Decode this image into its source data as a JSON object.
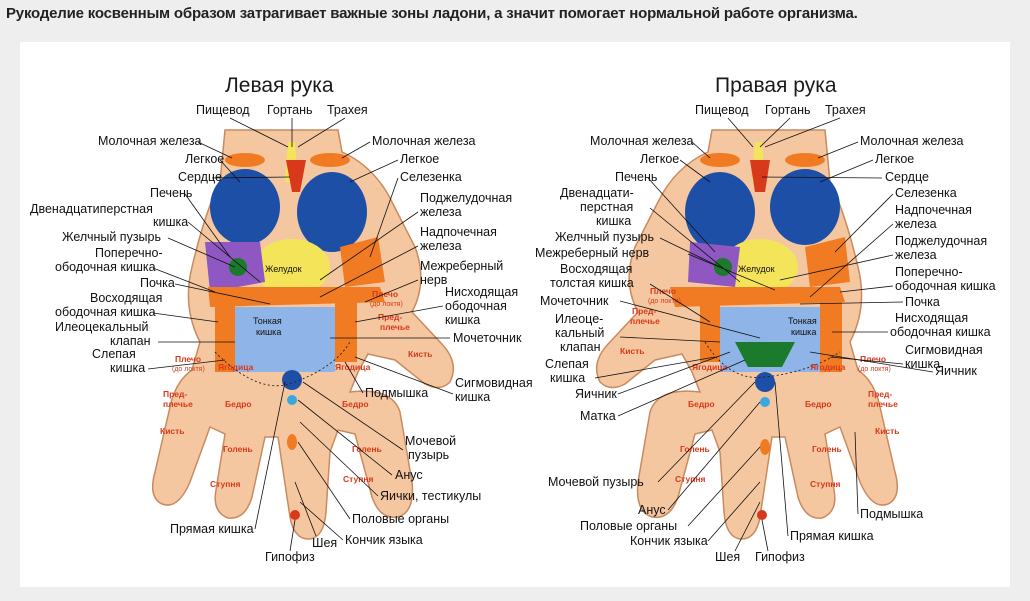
{
  "caption": "Рукоделие косвенным образом затрагивает важные зоны ладони, а значит помогает нормальной работе организма.",
  "colors": {
    "skin": "#f5c7a1",
    "skin_outline": "#c98a5e",
    "lung_blue": "#1d4fa6",
    "light_blue": "#8fb4e8",
    "orange": "#f07b22",
    "yellow": "#f4e45a",
    "purple": "#8e57c2",
    "green": "#1c7a2c",
    "red": "#d8391a",
    "zone_text": "#d8391a"
  },
  "left_hand": {
    "title": "Левая рука",
    "labels": {
      "pishchevod": "Пищевод",
      "gortan": "Гортань",
      "traheya": "Трахея",
      "molochnaya_l": "Молочная железа",
      "molochnaya_r": "Молочная железа",
      "legkoe_l": "Легкое",
      "legkoe_r": "Легкое",
      "serdce": "Сердце",
      "selezenka": "Селезенка",
      "pechen": "Печень",
      "dvenadc_1": "Двенадцатиперстная",
      "dvenadc_2": "кишка",
      "podzhel_1": "Поджелудочная",
      "podzhel_2": "железа",
      "zhelchny": "Желчный пузырь",
      "nadpoch_1": "Надпочечная",
      "nadpoch_2": "железа",
      "popereck_1": "Поперечно-",
      "popereck_2": "ободочная кишка",
      "mezhreb_1": "Межреберный",
      "mezhreb_2": "нерв",
      "pochka": "Почка",
      "voshod_1": "Восходящая",
      "voshod_2": "ободочная кишка",
      "nishod_1": "Нисходящая",
      "nishod_2": "ободочная",
      "nishod_3": "кишка",
      "ileo_1": "Илеоцекальный",
      "ileo_2": "клапан",
      "mochetochnik": "Мочеточник",
      "slepaya_1": "Слепая",
      "slepaya_2": "кишка",
      "podmyshka": "Подмышка",
      "sigm_1": "Сигмовидная",
      "sigm_2": "кишка",
      "mochevoy_1": "Мочевой",
      "mochevoy_2": "пузырь",
      "anus": "Анус",
      "yaichki": "Яички, тестикулы",
      "pryamaya": "Прямая кишка",
      "polovye": "Половые органы",
      "sheya": "Шея",
      "konchik": "Кончик языка",
      "gipofiz": "Гипофиз"
    },
    "zones": {
      "zheludok": "Желудок",
      "tonkaya_1": "Тонкая",
      "tonkaya_2": "кишка",
      "plecho": "Плечо",
      "do_loktya": "(до локтя)",
      "pred_1": "Пред-",
      "pred_2": "плечье",
      "kist": "Кисть",
      "yagodica": "Ягодица",
      "bedro": "Бедро",
      "golen": "Голень",
      "stupnya": "Ступня"
    }
  },
  "right_hand": {
    "title": "Правая рука",
    "labels": {
      "pishchevod": "Пищевод",
      "gortan": "Гортань",
      "traheya": "Трахея",
      "molochnaya_l": "Молочная железа",
      "molochnaya_r": "Молочная железа",
      "legkoe_l": "Легкое",
      "legkoe_r": "Легкое",
      "pechen": "Печень",
      "serdce": "Сердце",
      "dvenadc_1": "Двенадцати-",
      "dvenadc_2": "перстная",
      "dvenadc_3": "кишка",
      "selezenka": "Селезенка",
      "nadpoch_1": "Надпочечная",
      "nadpoch_2": "железа",
      "zhelchny": "Желчный пузырь",
      "podzhel_1": "Поджелудочная",
      "podzhel_2": "железа",
      "mezhreb": "Межреберный нерв",
      "popereck_1": "Поперечно-",
      "popereck_2": "ободочная кишка",
      "voshod_1": "Восходящая",
      "voshod_2": "толстая кишка",
      "pochka": "Почка",
      "mochetochnik": "Мочеточник",
      "nishod_1": "Нисходящая",
      "nishod_2": "ободочная кишка",
      "ileo_1": "Илеоце-",
      "ileo_2": "кальный",
      "ileo_3": "клапан",
      "sigm_1": "Сигмовидная",
      "sigm_2": "кишка",
      "slepaya_1": "Слепая",
      "slepaya_2": "кишка",
      "yaichnik_l": "Яичник",
      "yaichnik_r": "Яичник",
      "matka": "Матка",
      "mochevoy": "Мочевой пузырь",
      "anus": "Анус",
      "podmyshka": "Подмышка",
      "polovye": "Половые органы",
      "pryamaya": "Прямая кишка",
      "konchik": "Кончик языка",
      "sheya": "Шея",
      "gipofiz": "Гипофиз"
    },
    "zones": {
      "zheludok": "Желудок",
      "tonkaya_1": "Тонкая",
      "tonkaya_2": "кишка",
      "plecho": "Плечо",
      "do_loktya": "(до локтя)",
      "pred_1": "Пред-",
      "pred_2": "плечье",
      "kist": "Кисть",
      "yagodica": "Ягодица",
      "bedro": "Бедро",
      "golen": "Голень",
      "stupnya": "Ступня"
    }
  }
}
